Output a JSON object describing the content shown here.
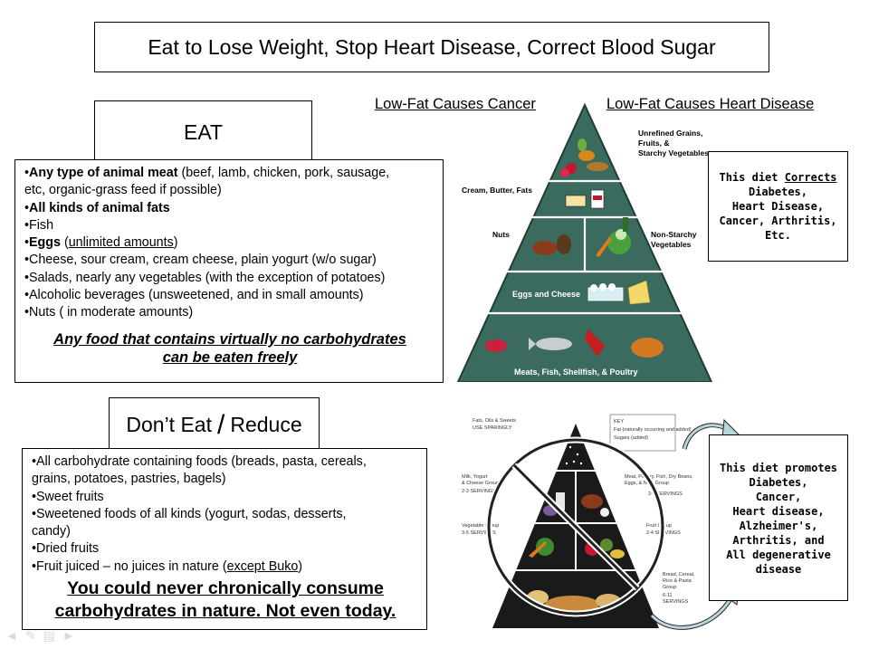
{
  "title": "Eat to Lose Weight, Stop Heart Disease, Correct Blood Sugar",
  "eat": {
    "heading": "EAT",
    "items": {
      "meat_bold": "Any type of animal meat",
      "meat_rest1": " (beef, lamb, chicken, pork, sausage,",
      "meat_rest2": "etc, organic-grass feed if possible)",
      "fats": "All kinds of animal fats",
      "fish": "Fish",
      "eggs_bold": "Eggs",
      "eggs_paren_open": " (",
      "eggs_u": "unlimited amounts",
      "eggs_paren_close": ")",
      "cheese": "Cheese, sour cream, cream cheese, plain yogurt (w/o sugar)",
      "salads": "Salads, nearly any vegetables (with the exception of potatoes)",
      "alcohol": "Alcoholic beverages (unsweetened, and in small amounts)",
      "nuts": "Nuts ( in moderate amounts)"
    },
    "freely_line1": "Any food that contains virtually no carbohydrates",
    "freely_line2": "can be eaten freely"
  },
  "dont": {
    "heading_a": "Don’t Eat",
    "slash": "/",
    "heading_b": "Reduce",
    "items": {
      "carbs1": "All carbohydrate containing foods (breads, pasta, cereals,",
      "carbs2": "grains, potatoes, pastries, bagels)",
      "sweet": "Sweet fruits",
      "sweetened1": "Sweetened foods of all kinds (yogurt, sodas, desserts,",
      "sweetened2": "candy)",
      "dried": "Dried fruits",
      "juice_a": "Fruit juiced – no juices in nature (",
      "juice_u": "except Buko",
      "juice_b": ")"
    },
    "never_line1": "You could never chronically consume",
    "never_line2": "carbohydrates in nature. Not even today."
  },
  "captions": {
    "left": "Low-Fat Causes Cancer",
    "right": "Low-Fat Causes Heart Disease"
  },
  "pyramid_top": {
    "grains": [
      "Unrefined Grains,",
      "Fruits, &",
      "Starchy Vegetables"
    ],
    "cream": "Cream, Butter, Fats",
    "nuts": "Nuts",
    "nonstarchy": [
      "Non-Starchy",
      "Vegetables"
    ],
    "eggs": "Eggs and Cheese",
    "meats": "Meats, Fish, Shellfish, & Poultry"
  },
  "corrects": {
    "line1_a": "This diet ",
    "line1_u": "Corrects",
    "lines": [
      "Diabetes,",
      "Heart Disease,",
      "Cancer, Arthritis,",
      "Etc."
    ]
  },
  "promotes": {
    "lines": [
      "This diet promotes",
      "Diabetes,",
      "Cancer,",
      "Heart disease,",
      "Alzheimer's,",
      "Arthritis, and",
      "All degenerative",
      "disease"
    ]
  },
  "usda": {
    "fats": [
      "Fats, Oils & Sweets",
      "USE SPARINGLY"
    ],
    "key": [
      "KEY",
      "Fat (naturally occurring and added)",
      "Sugars (added)"
    ],
    "milk": [
      "Milk, Yogurt",
      "& Cheese Group",
      "2-3 SERVINGS"
    ],
    "meat": [
      "Meat, Poultry, Fish, Dry Beans,",
      "Eggs, & Nuts Group",
      "2-3 SERVINGS"
    ],
    "veg": [
      "Vegetable Group",
      "3-5 SERVINGS"
    ],
    "fruit": [
      "Fruit Group",
      "2-4 SERVINGS"
    ],
    "bread": [
      "Bread, Cereal,",
      "Rice & Pasta",
      "Group",
      "6-11",
      "SERVINGS"
    ]
  },
  "colors": {
    "pyramid_green": "#3a6b5e",
    "prohibit": "#222222",
    "arrow": "#b9d6dc"
  }
}
